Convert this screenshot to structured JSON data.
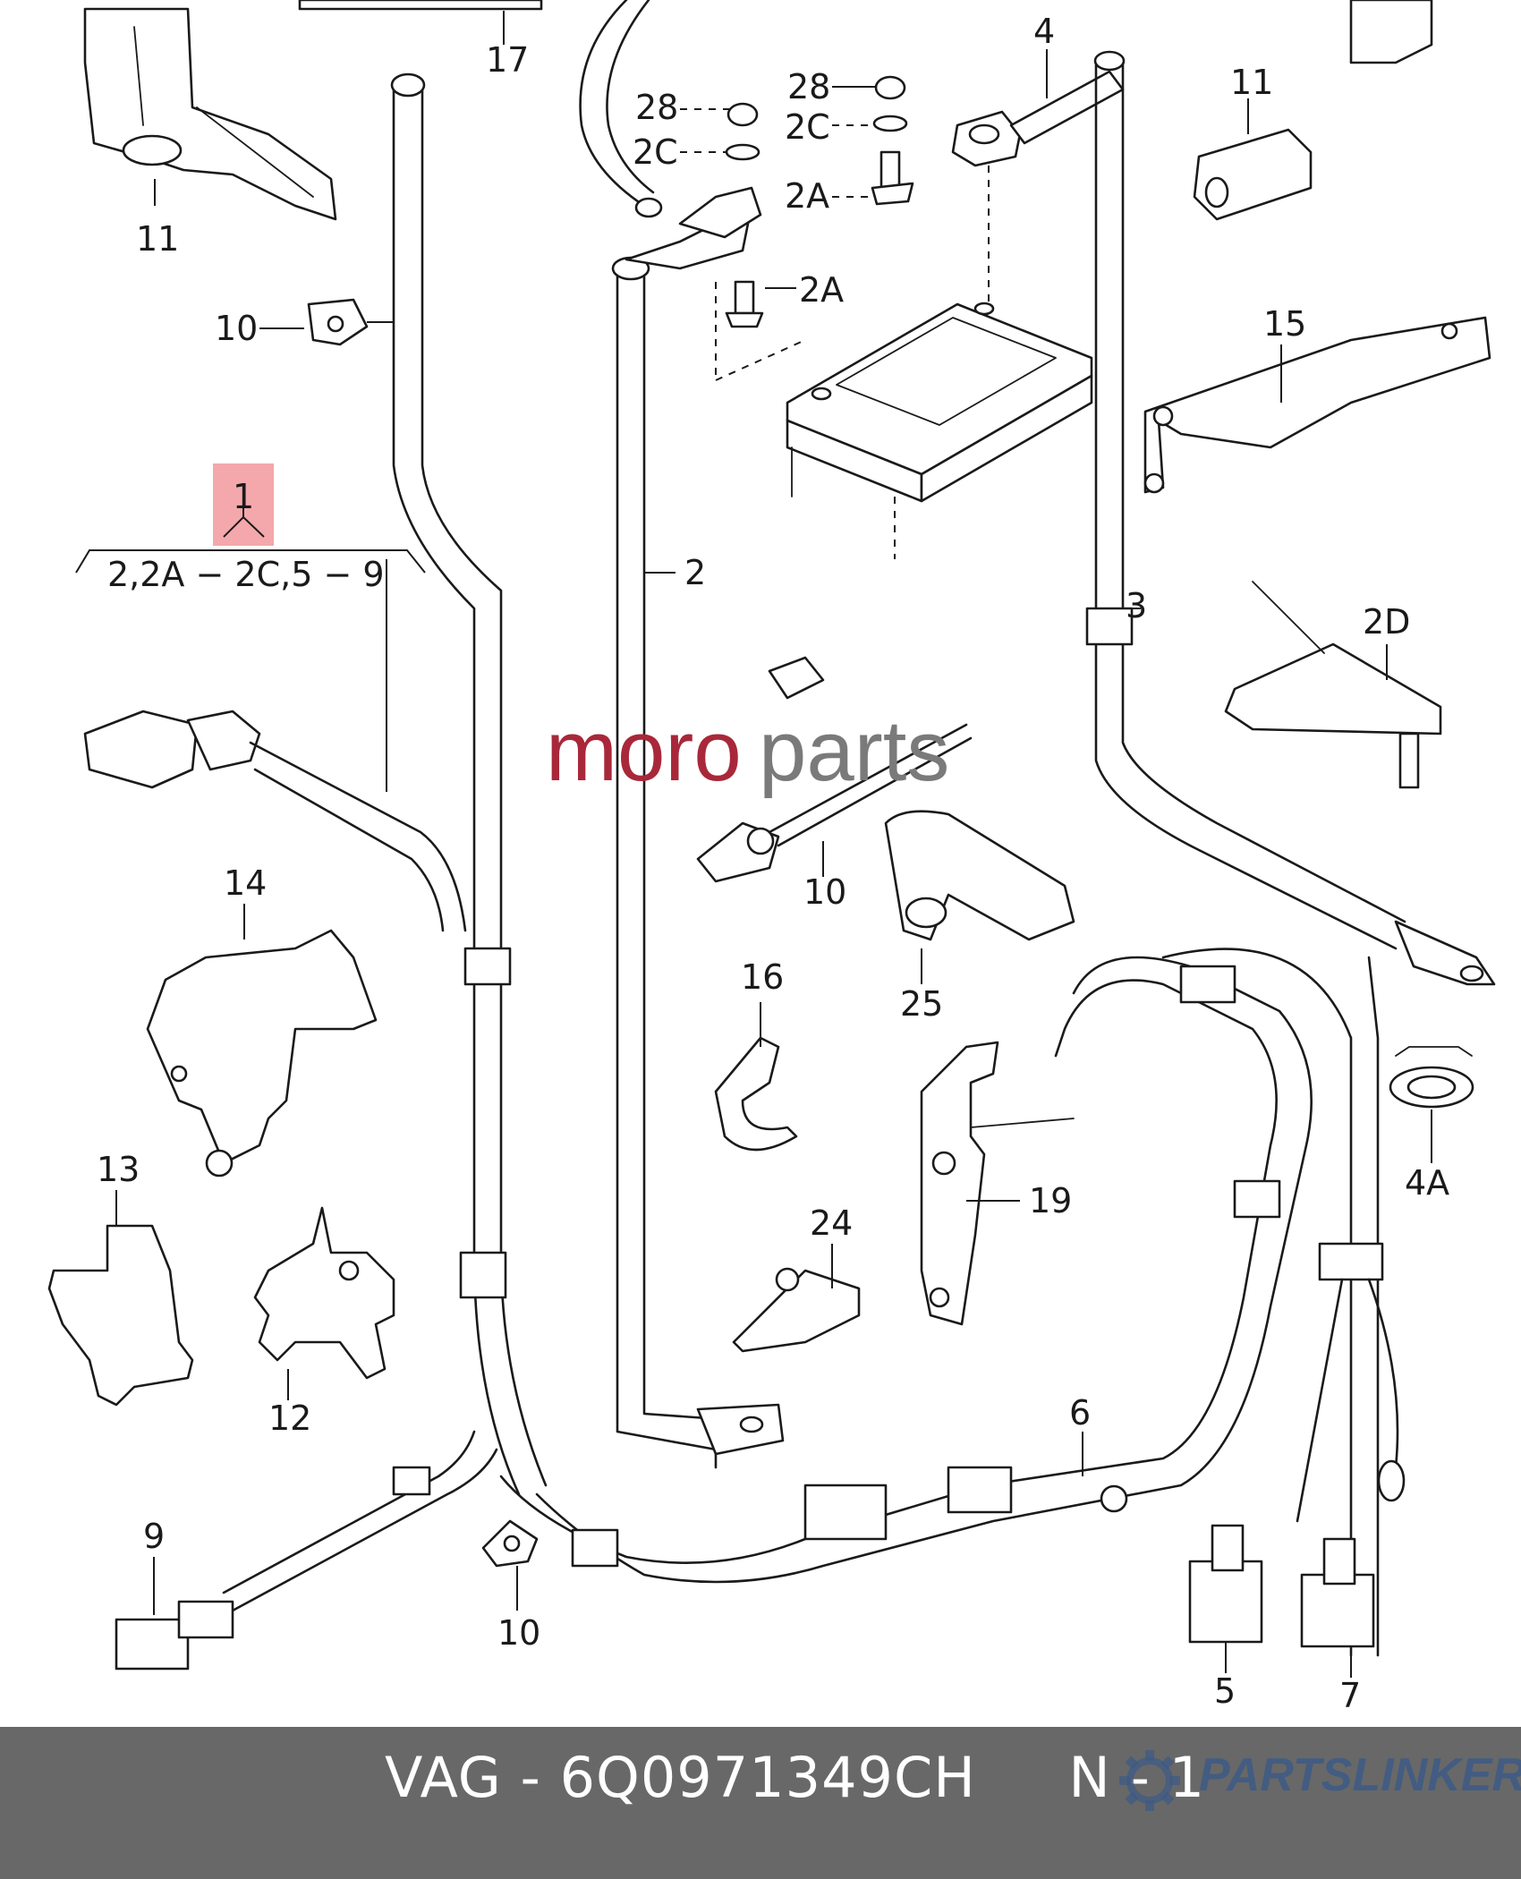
{
  "callouts": {
    "n17": "17",
    "n4": "4",
    "n11a": "11",
    "n11b": "11",
    "n28a": "28",
    "n2Ca": "2C",
    "n28b": "28",
    "n2Cb": "2C",
    "n2Aa": "2A",
    "n2Ab": "2A",
    "n10a": "10",
    "n15": "15",
    "n1": "1",
    "group1": "2,2A − 2C,5 − 9",
    "n2": "2",
    "n2D": "2D",
    "n3": "3",
    "n10b": "10",
    "n14": "14",
    "n25": "25",
    "n16": "16",
    "n4A": "4A",
    "n19": "19",
    "n13": "13",
    "n24": "24",
    "n12": "12",
    "n6": "6",
    "n9": "9",
    "n10c": "10",
    "n5": "5",
    "n7": "7"
  },
  "watermark": {
    "part1": "moro",
    "part2": "parts"
  },
  "footer": {
    "caption": "VAG - 6Q0971349CH     N - 1",
    "brand": "PARTSLINKER"
  },
  "colors": {
    "highlight": "#f4a8ac",
    "footer_bg": "#686868",
    "watermark_red": "#a8283a",
    "watermark_gray": "#7a7a7a",
    "brand": "#3d5a86"
  }
}
